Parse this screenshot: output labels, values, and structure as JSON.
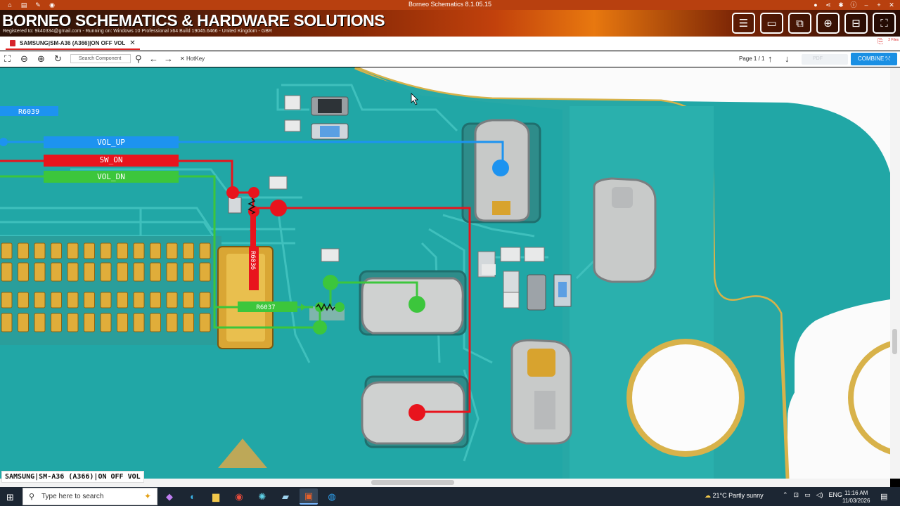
{
  "window": {
    "title": "Borneo Schematics 8.1.05.15"
  },
  "banner": {
    "brand": "BORNEO SCHEMATICS & HARDWARE SOLUTIONS",
    "registration": "Registered to: 9k40334@gmail.com - Running on: Windows 10 Professional x64 Build 19045.6466 - United Kingdom - GBR",
    "buttons": [
      "list-icon",
      "screen-icon",
      "devices-icon",
      "zoom-icon",
      "layout-icon",
      "expand-icon"
    ]
  },
  "tab": {
    "label": "SAMSUNG|SM-A36 (A366)|ON OFF VOL",
    "close": "✕",
    "right_text": "2 Files"
  },
  "toolbar": {
    "search_placeholder": "Search Component",
    "hotkey_label": "HotKey",
    "page_label": "Page 1 / 1",
    "page_input_placeholder": "PDF",
    "combine_label": "COMBINE ⤲"
  },
  "board": {
    "labels": {
      "r6039": "R6039",
      "vol_up": "VOL_UP",
      "sw_on": "SW_ON",
      "vol_dn": "VOL_DN",
      "r6036": "R6036",
      "r6037": "R6037"
    },
    "colors": {
      "board": "#21a7a6",
      "trace": "#3ebdbc",
      "vol_up": "#1d93f0",
      "sw_on": "#e8141d",
      "vol_dn": "#3cc63c"
    }
  },
  "footer": {
    "label": "SAMSUNG|SM-A36 (A366)|ON OFF VOL"
  },
  "taskbar": {
    "search_placeholder": "Type here to search",
    "weather": "21°C  Partly sunny",
    "language": "ENG",
    "time": "11:16 AM",
    "date": "11/03/2026"
  }
}
